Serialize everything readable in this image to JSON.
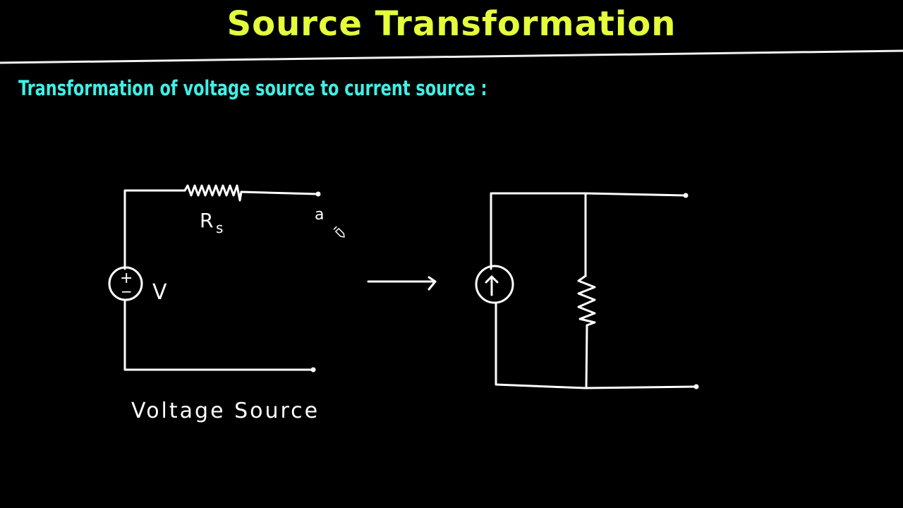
{
  "title": "Source Transformation",
  "subtitle": "Transformation of voltage source to current source :",
  "colors": {
    "background": "#000000",
    "title": "#e4ff3a",
    "subtitle": "#3ff0e6",
    "ink": "#ffffff"
  },
  "voltage_circuit": {
    "resistor_label": "R",
    "resistor_subscript": "s",
    "terminal_label": "a",
    "source_plus": "+",
    "source_minus": "−",
    "source_label": "V",
    "caption": "Voltage Source"
  },
  "current_circuit": {
    "source_symbol": "current-source-arrow-up"
  },
  "cursor": "pen-cursor"
}
